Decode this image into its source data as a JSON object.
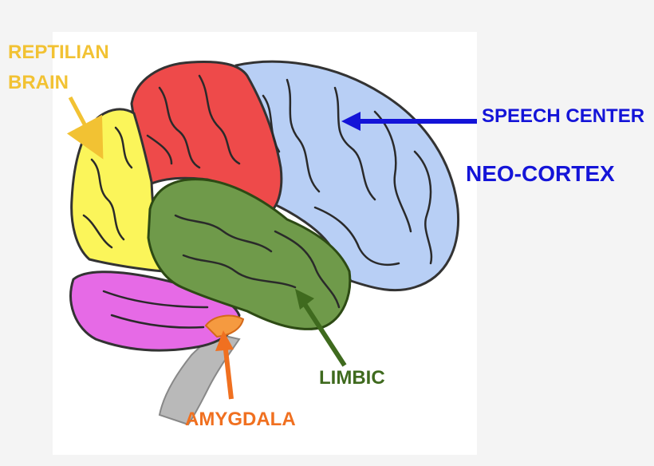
{
  "labels": {
    "reptilian_line1": "REPTILIAN",
    "reptilian_line2": "BRAIN",
    "speech_center": "SPEECH CENTER",
    "neo_cortex": "NEO-CORTEX",
    "limbic": "LIMBIC",
    "amygdala": "AMYGDALA"
  },
  "colors": {
    "reptilian": "#f2c233",
    "speech_center": "#1414d8",
    "neo_cortex": "#1414d8",
    "limbic": "#3f6a1e",
    "amygdala": "#f07020",
    "region_yellow": "#fbf55a",
    "region_red": "#ee4a4a",
    "region_blue": "#b8cff5",
    "region_green": "#6f9a4a",
    "region_magenta": "#e66ae6",
    "region_orange": "#f59a40",
    "brainstem": "#b9b9b9"
  }
}
